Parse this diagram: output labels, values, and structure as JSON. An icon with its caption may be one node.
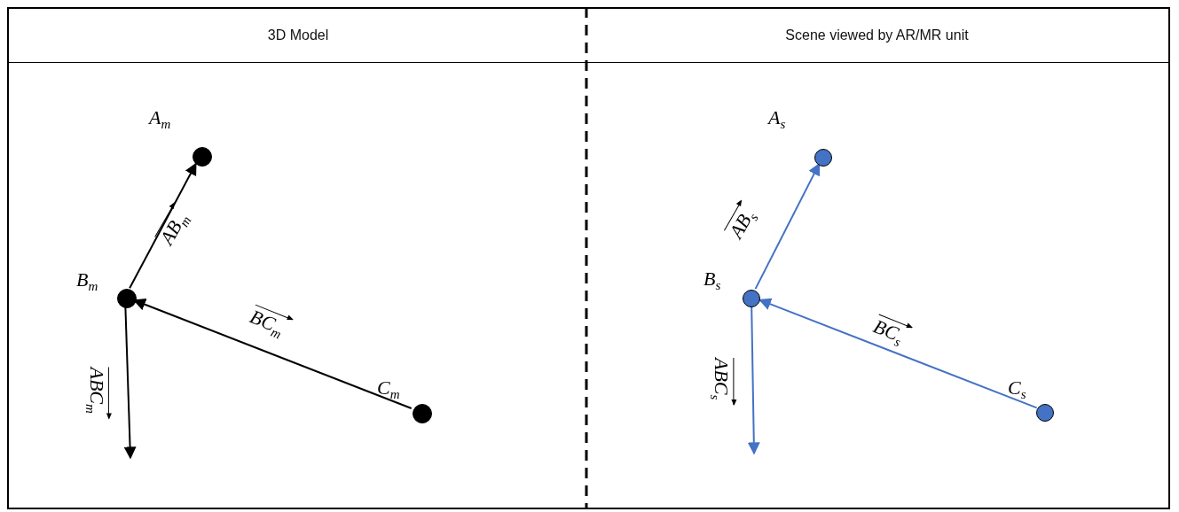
{
  "diagram": {
    "nodes": [
      {
        "text": [
          "3D Model"
        ]
      },
      {
        "text": [
          "Scene viewed by AR/MR unit"
        ]
      },
      {
        "text": [],
        "shape": "circle",
        "in": 0,
        "beside": [
          "A$_{m}$"
        ]
      },
      {
        "text": [],
        "shape": "circle",
        "in": 0,
        "beside": [
          "B$_{m}$"
        ]
      },
      {
        "text": [],
        "shape": "circle",
        "in": 0,
        "beside": [
          "C$_{m}$"
        ]
      },
      {
        "text": [],
        "shape": "circle",
        "in": 1,
        "beside": [
          "A$_{s}$"
        ]
      },
      {
        "text": [],
        "shape": "circle",
        "in": 1,
        "beside": [
          "B$_{s}$"
        ]
      },
      {
        "text": [],
        "shape": "circle",
        "in": 1,
        "beside": [
          "C$_{s}$"
        ]
      }
    ],
    "edges": [
      {
        "from": 3,
        "to": 2,
        "arrow": "to",
        "label": "AB$_{m}$"
      },
      {
        "from": 4,
        "to": 3,
        "arrow": "to",
        "label": "BC$_{m}$"
      },
      {
        "from": 3,
        "to": null,
        "arrow": "to",
        "label": "ABC$_{m}$"
      },
      {
        "from": 6,
        "to": 5,
        "arrow": "to",
        "label": "AB$_{s}$",
        "color": "#4472c4"
      },
      {
        "from": 7,
        "to": 6,
        "arrow": "to",
        "label": "BC$_{s}$",
        "color": "#4472c4"
      },
      {
        "from": 6,
        "to": null,
        "arrow": "to",
        "label": "ABC$_{s}$",
        "color": "#4472c4"
      }
    ]
  }
}
